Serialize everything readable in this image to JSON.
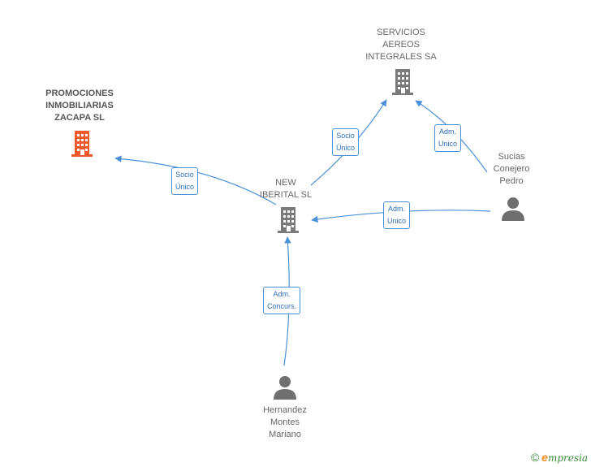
{
  "colors": {
    "edge": "#4a90d9",
    "company": "#7a7a7a",
    "focus_company": "#f0592a",
    "person": "#6f6f6f"
  },
  "nodes": {
    "servicios": {
      "lines": [
        "SERVICIOS",
        "AEREOS",
        "INTEGRALES SA"
      ],
      "icon": "building-icon"
    },
    "promociones": {
      "lines": [
        "PROMOCIONES",
        "INMOBILIARIAS",
        "ZACAPA SL"
      ],
      "icon": "building-icon"
    },
    "new_iberital": {
      "lines": [
        "NEW",
        "IBERITAL SL"
      ],
      "icon": "building-icon"
    },
    "sucias": {
      "lines": [
        "Sucias",
        "Conejero",
        "Pedro"
      ],
      "icon": "person-icon"
    },
    "hernandez": {
      "lines": [
        "Hernandez",
        "Montes",
        "Mariano"
      ],
      "icon": "person-icon"
    }
  },
  "edges": {
    "new_to_promociones": {
      "lines": [
        "Socio",
        "Único"
      ]
    },
    "new_to_servicios": {
      "lines": [
        "Socio",
        "Único"
      ]
    },
    "sucias_to_servicios": {
      "lines": [
        "Adm.",
        "Unico"
      ]
    },
    "sucias_to_new": {
      "lines": [
        "Adm.",
        "Unico"
      ]
    },
    "hernandez_to_new": {
      "lines": [
        "Adm.",
        "Concurs."
      ]
    }
  },
  "brand": {
    "copyright": "©",
    "first_letter": "e",
    "rest": "mpresia"
  }
}
